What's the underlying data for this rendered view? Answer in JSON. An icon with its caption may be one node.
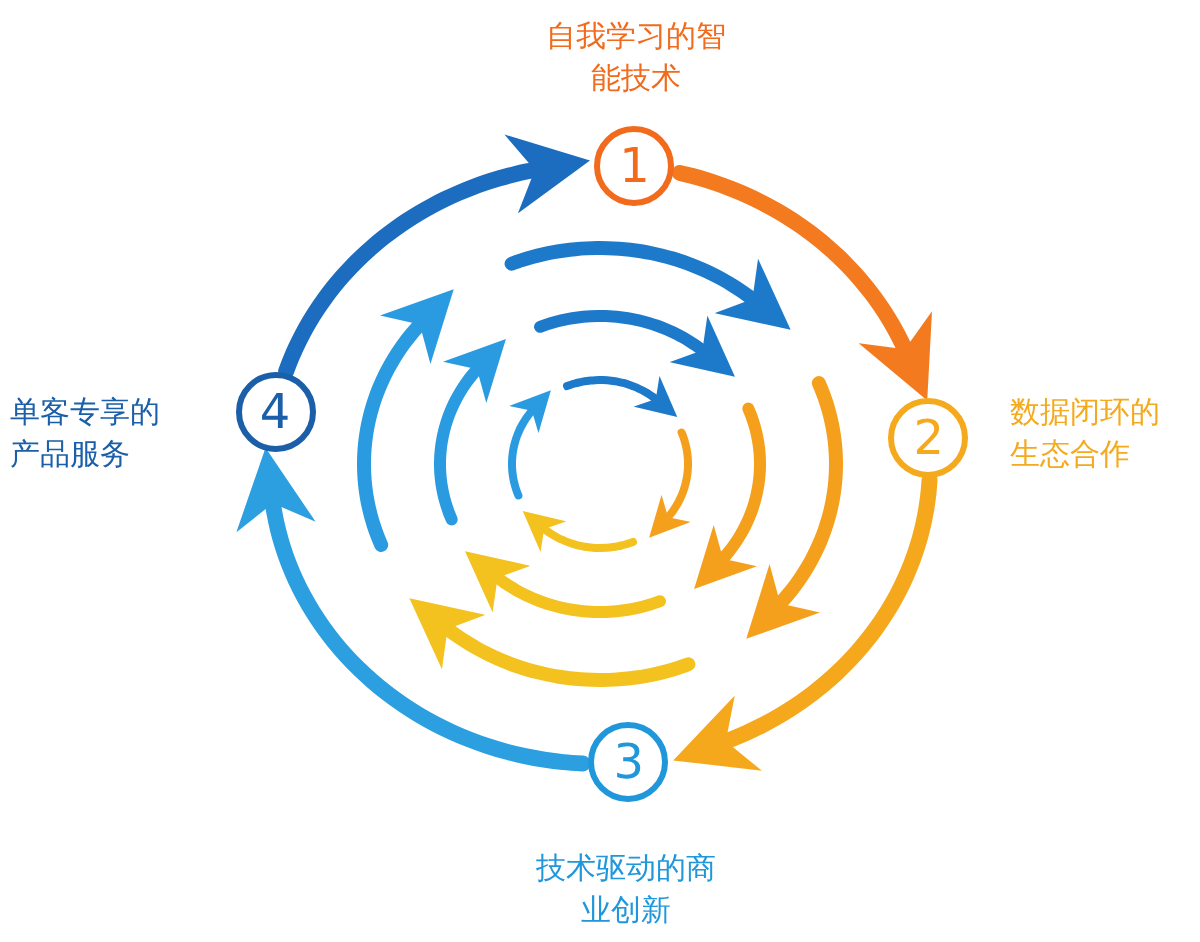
{
  "diagram": {
    "nodes": [
      {
        "text": [
          "1"
        ],
        "beside": [
          "自我学习的智能技术"
        ]
      },
      {
        "text": [
          "2"
        ],
        "beside": [
          "数据闭环的生态合作"
        ]
      },
      {
        "text": [
          "3"
        ],
        "beside": [
          "技术驱动的商业创新"
        ]
      },
      {
        "text": [
          "4"
        ],
        "beside": [
          "单客专享的产品服务"
        ]
      }
    ],
    "edges": [
      {
        "from": 0,
        "to": 1,
        "arrow": "to",
        "color": "#f47a1f"
      },
      {
        "from": 1,
        "to": 2,
        "arrow": "to",
        "color": "#f6a81c"
      },
      {
        "from": 2,
        "to": 3,
        "arrow": "to",
        "color": "#2b9fe0"
      },
      {
        "from": 3,
        "to": 0,
        "arrow": "to",
        "color": "#1c6cc0"
      }
    ]
  }
}
